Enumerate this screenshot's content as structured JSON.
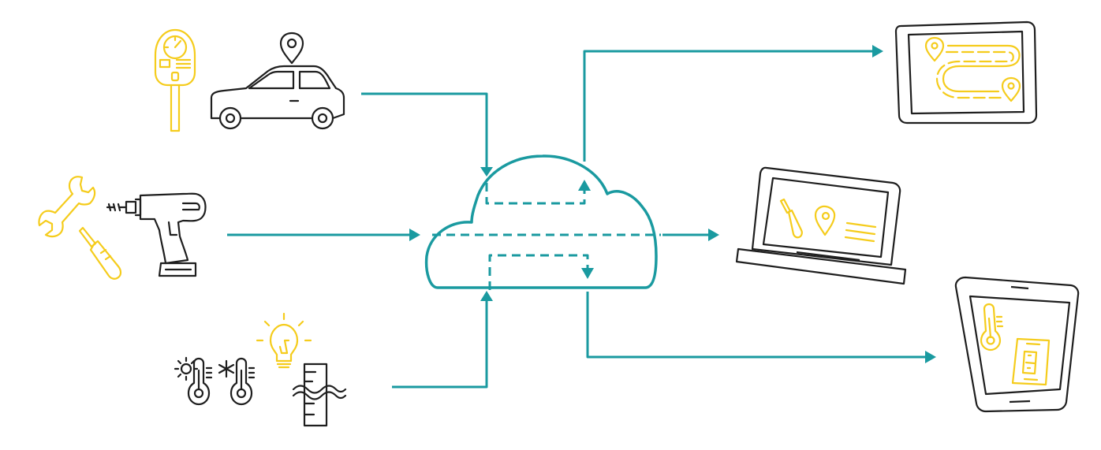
{
  "colors": {
    "flow": "#1a9aa0",
    "accent": "#f5cc1c",
    "line": "#1e1e1e",
    "background": "#ffffff"
  },
  "sources": [
    {
      "name": "vehicles",
      "icons": [
        "parking-meter-icon",
        "car-icon",
        "location-pin-icon"
      ]
    },
    {
      "name": "tools",
      "icons": [
        "wrench-icon",
        "screwdriver-icon",
        "power-drill-icon"
      ]
    },
    {
      "name": "sensors",
      "icons": [
        "thermometer-sun-icon",
        "thermometer-snow-icon",
        "light-bulb-icon",
        "water-level-icon"
      ]
    }
  ],
  "hub": {
    "icon": "cloud-icon"
  },
  "outputs": [
    {
      "name": "tablet",
      "icons": [
        "tablet-icon",
        "route-map-icon"
      ]
    },
    {
      "name": "laptop",
      "icons": [
        "laptop-icon",
        "screwdriver-icon",
        "location-pin-icon",
        "text-lines-icon"
      ]
    },
    {
      "name": "phone",
      "icons": [
        "phone-icon",
        "thermometer-icon",
        "switch-icon"
      ]
    }
  ]
}
